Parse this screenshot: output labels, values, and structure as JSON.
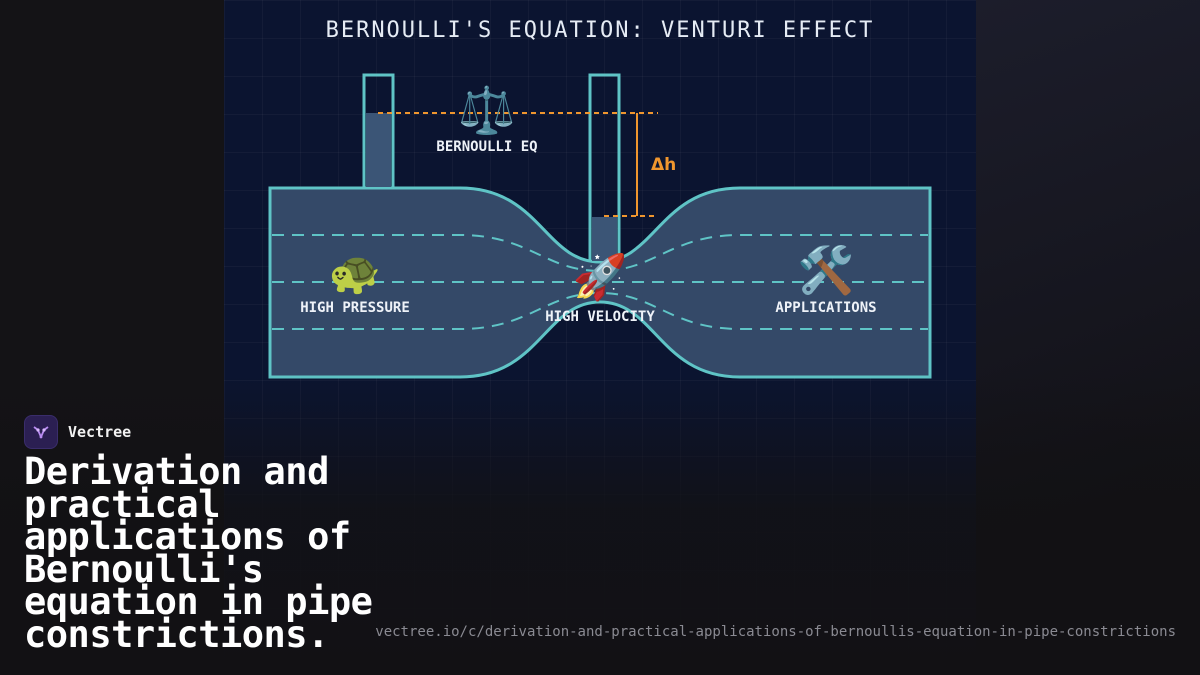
{
  "diagram": {
    "title": "BERNOULLI'S EQUATION: VENTURI EFFECT",
    "label_bernoulli": "BERNOULLI EQ",
    "label_high_pressure": "HIGH PRESSURE",
    "label_high_velocity": "HIGH VELOCITY",
    "label_applications": "APPLICATIONS",
    "label_delta_h": "Δh",
    "emoji_scale": "⚖️",
    "emoji_turtle": "🐢",
    "emoji_rocket": "🚀",
    "emoji_tools": "🛠️",
    "colors": {
      "pipe_stroke": "#5fc4c6",
      "pipe_fill": "#344968",
      "streamline": "#5fc4c6",
      "delta_h": "#f0962e",
      "label": "#eef2f8"
    }
  },
  "brand": {
    "name": "Vectree",
    "logo_icon": "vectree-logo-icon"
  },
  "headline": "Derivation and practical applications of Bernoulli's equation in pipe constrictions.",
  "url": "vectree.io/c/derivation-and-practical-applications-of-bernoullis-equation-in-pipe-constrictions"
}
